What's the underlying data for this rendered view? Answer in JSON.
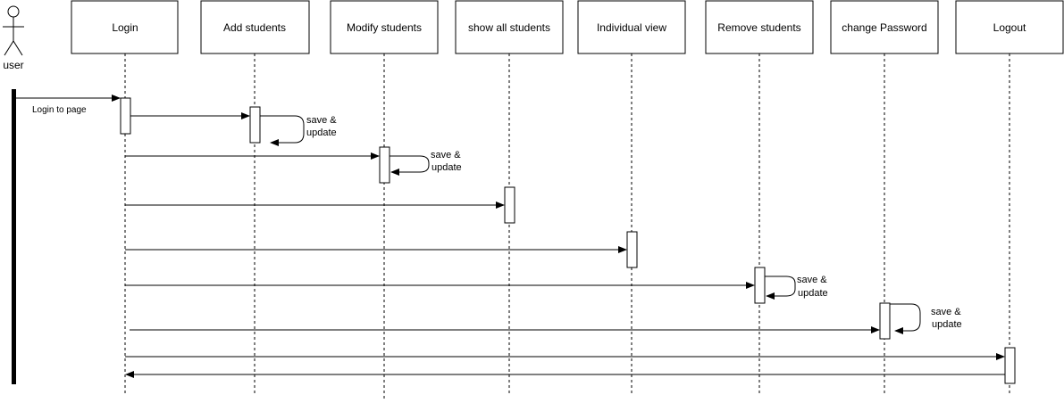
{
  "actor": {
    "label": "user"
  },
  "participants": [
    {
      "key": "login",
      "label": "Login"
    },
    {
      "key": "add",
      "label": "Add students"
    },
    {
      "key": "modify",
      "label": "Modify students"
    },
    {
      "key": "show",
      "label": "show all students"
    },
    {
      "key": "individual",
      "label": "Individual view"
    },
    {
      "key": "remove",
      "label": "Remove  students"
    },
    {
      "key": "password",
      "label": "change Password"
    },
    {
      "key": "logout",
      "label": "Logout"
    }
  ],
  "messages": {
    "login_to_page": "Login to page"
  },
  "self_calls": [
    {
      "key": "add",
      "line1": "save &",
      "line2": "update"
    },
    {
      "key": "modify",
      "line1": "save &",
      "line2": "update"
    },
    {
      "key": "remove",
      "line1": "save &",
      "line2": "update"
    },
    {
      "key": "password",
      "line1": "save &",
      "line2": "update"
    }
  ]
}
